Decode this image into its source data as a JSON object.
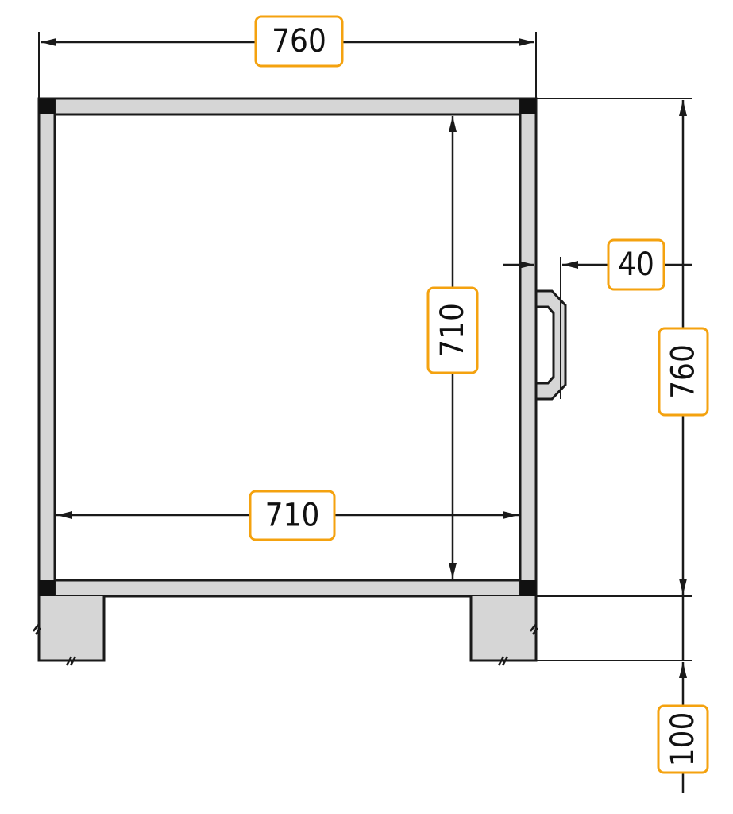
{
  "dimensions": {
    "outer_width": "760",
    "inner_height": "710",
    "inner_width": "710",
    "handle_offset": "40",
    "outer_height": "760",
    "leg_height": "100"
  },
  "colors": {
    "line": "#1a1a1a",
    "frame_fill": "#d6d6d6",
    "label_border": "#f4a20f",
    "label_fill": "#ffffff",
    "corner": "#111111"
  }
}
